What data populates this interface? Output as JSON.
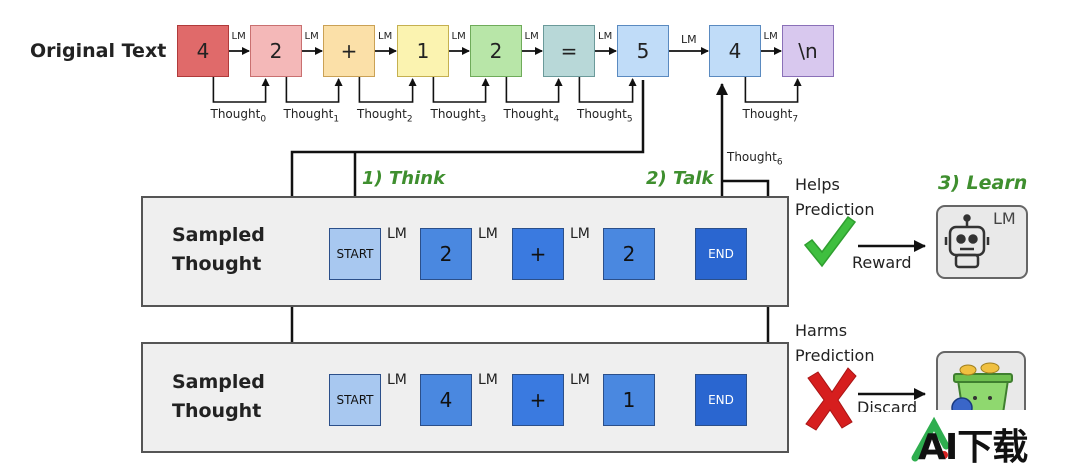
{
  "original_text": {
    "label": "Original Text",
    "tokens": [
      "4",
      "2",
      "+",
      "1",
      "2",
      "=",
      "5",
      "4",
      "\\n"
    ],
    "token_colors": [
      {
        "fill": "#e06a6a",
        "stroke": "#b03a3a"
      },
      {
        "fill": "#f4b8b8",
        "stroke": "#c97070"
      },
      {
        "fill": "#fbe0a8",
        "stroke": "#caa155"
      },
      {
        "fill": "#fbf3b0",
        "stroke": "#c5b050"
      },
      {
        "fill": "#b8e6a8",
        "stroke": "#6fab5a"
      },
      {
        "fill": "#b8d8d8",
        "stroke": "#6b9a9a"
      },
      {
        "fill": "#c0dcf8",
        "stroke": "#5a8ac0"
      },
      {
        "fill": "#c0dcf8",
        "stroke": "#5a8ac0"
      },
      {
        "fill": "#d8c8ee",
        "stroke": "#8a70b8"
      }
    ],
    "edge_label": "LM",
    "thoughts": [
      {
        "base": "Thought",
        "sub": "0"
      },
      {
        "base": "Thought",
        "sub": "1"
      },
      {
        "base": "Thought",
        "sub": "2"
      },
      {
        "base": "Thought",
        "sub": "3"
      },
      {
        "base": "Thought",
        "sub": "4"
      },
      {
        "base": "Thought",
        "sub": "5"
      },
      {
        "base": "Thought",
        "sub": "6"
      },
      {
        "base": "Thought",
        "sub": "7"
      }
    ]
  },
  "steps": {
    "think": "1) Think",
    "talk": "2) Talk",
    "learn": "3) Learn"
  },
  "sampled_thoughts": [
    {
      "label_line1": "Sampled",
      "label_line2": "Thought",
      "tokens": [
        "START",
        "2",
        "+",
        "2",
        "END"
      ],
      "outcome_line1": "Helps",
      "outcome_line2": "Prediction",
      "action": "Reward",
      "mark": "check-icon"
    },
    {
      "label_line1": "Sampled",
      "label_line2": "Thought",
      "tokens": [
        "START",
        "4",
        "+",
        "1",
        "END"
      ],
      "outcome_line1": "Harms",
      "outcome_line2": "Prediction",
      "action": "Discard",
      "mark": "cross-icon"
    }
  ],
  "thought_token_colors": [
    "#a8c8f0",
    "#4a88e0",
    "#3a7ae0",
    "#4a88e0",
    "#2a66d0"
  ],
  "learner_icon": {
    "icon": "robot-icon",
    "label": "LM"
  },
  "trash_icon": {
    "icon": "trash-bin-icon"
  },
  "watermark": {
    "text": "AI下载"
  },
  "colors": {
    "accent_green": "#3f8f2f",
    "check_green": "#3fbf3f",
    "cross_red": "#d61e1e",
    "panel_fill": "#efefef"
  }
}
